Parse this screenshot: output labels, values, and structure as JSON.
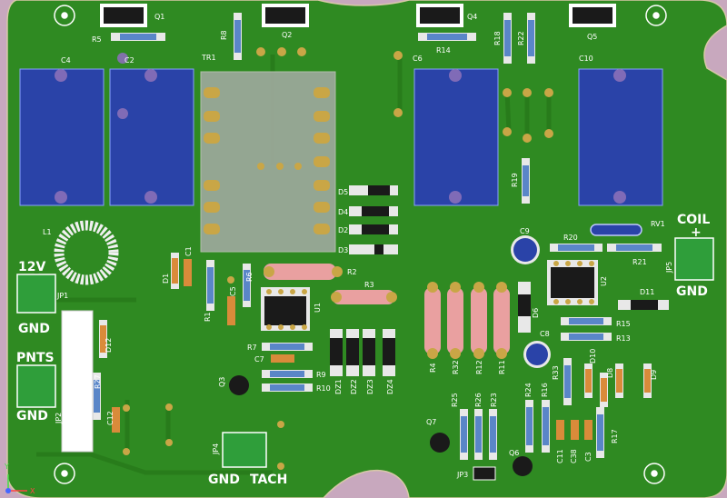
{
  "colors": {
    "background": "#c8a8be",
    "board": "#2f8a22",
    "trace": "#2a7a1c",
    "capacitor": "#2a43a8",
    "pad": "#c9a646",
    "resistor_body": "#e9a0a0",
    "connector": "#2f9e3a"
  },
  "labels": {
    "c4": "C4",
    "c2": "C2",
    "tr1": "TR1",
    "q1": "Q1",
    "q2": "Q2",
    "q4": "Q4",
    "q5": "Q5",
    "r5": "R5",
    "r8": "R8",
    "r14": "R14",
    "r18": "R18",
    "r22": "R22",
    "c6": "C6",
    "c10": "C10",
    "r19": "R19",
    "c9": "C9",
    "r20": "R20",
    "rv1": "RV1",
    "r21": "R21",
    "jp5": "JP5",
    "u2": "U2",
    "d11": "D11",
    "r15": "R15",
    "r13": "R13",
    "d6": "D6",
    "c8": "C8",
    "r33": "R33",
    "d10": "D10",
    "d8": "D8",
    "d9": "D9",
    "l1": "L1",
    "c1": "C1",
    "d1": "D1",
    "r1": "R1",
    "r6": "R6",
    "c5": "C5",
    "u1": "U1",
    "r2": "R2",
    "r3": "R3",
    "r7": "R7",
    "c7": "C7",
    "r9": "R9",
    "r10": "R10",
    "q3": "Q3",
    "jp1": "JP1",
    "jp2": "JP2",
    "d12": "D12",
    "r27": "R27",
    "c12": "C12",
    "d5": "D5",
    "d4": "D4",
    "d2": "D2",
    "d3": "D3",
    "dz1": "DZ1",
    "dz2": "DZ2",
    "dz3": "DZ3",
    "dz4": "DZ4",
    "r4": "R4",
    "r32": "R32",
    "r12": "R12",
    "r11": "R11",
    "r25": "R25",
    "r26": "R26",
    "r23": "R23",
    "q7": "Q7",
    "jp3": "JP3",
    "q6": "Q6",
    "r24": "R24",
    "r16": "R16",
    "c11": "C11",
    "c38": "C38",
    "c3": "C3",
    "r17": "R17",
    "jp4": "JP4"
  },
  "connectors": {
    "v12": "12V",
    "gnd_a": "GND",
    "pnts": "PNTS",
    "gnd_b": "GND",
    "gnd_c": "GND",
    "tach": "TACH",
    "coil": "COIL",
    "plus": "+",
    "gnd_d": "GND"
  },
  "axes": {
    "y": "Y",
    "x": "X"
  }
}
